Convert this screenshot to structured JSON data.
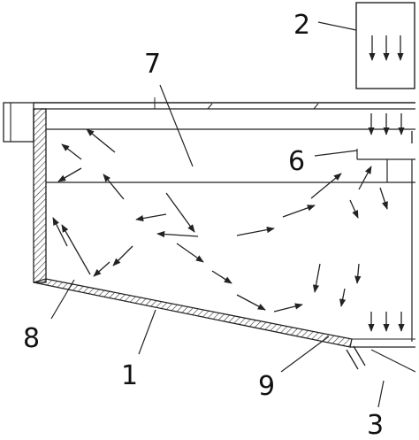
{
  "labels": {
    "l1": "1",
    "l2": "2",
    "l3": "3",
    "l6": "6",
    "l7": "7",
    "l8": "8",
    "l9": "9"
  },
  "colors": {
    "stroke": "#222222",
    "text": "#111111"
  }
}
